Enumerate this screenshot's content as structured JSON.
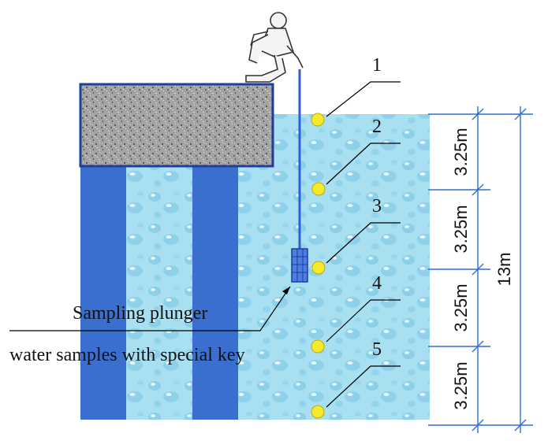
{
  "labels": {
    "plunger_line1": "Sampling plunger",
    "plunger_line2": "water samples with special key",
    "total_depth": "13m"
  },
  "points": [
    {
      "number": "1"
    },
    {
      "number": "2"
    },
    {
      "number": "3"
    },
    {
      "number": "4"
    },
    {
      "number": "5"
    }
  ],
  "segments": [
    {
      "label": "3.25m"
    },
    {
      "label": "3.25m"
    },
    {
      "label": "3.25m"
    },
    {
      "label": "3.25m"
    }
  ],
  "colors": {
    "water": "#a8dff0",
    "pile": "#3a6fd0",
    "cap": "#9a9a9a",
    "point": "#f2ea2a",
    "dimension": "#2e6fd8"
  }
}
